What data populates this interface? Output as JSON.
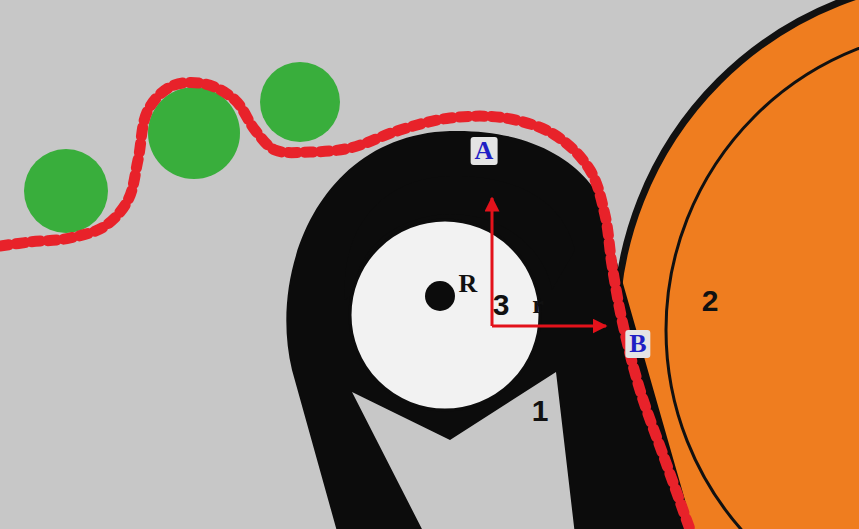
{
  "diagram": {
    "labels": [
      "A",
      "R",
      "3",
      "r",
      "B",
      "1",
      "2"
    ]
  }
}
